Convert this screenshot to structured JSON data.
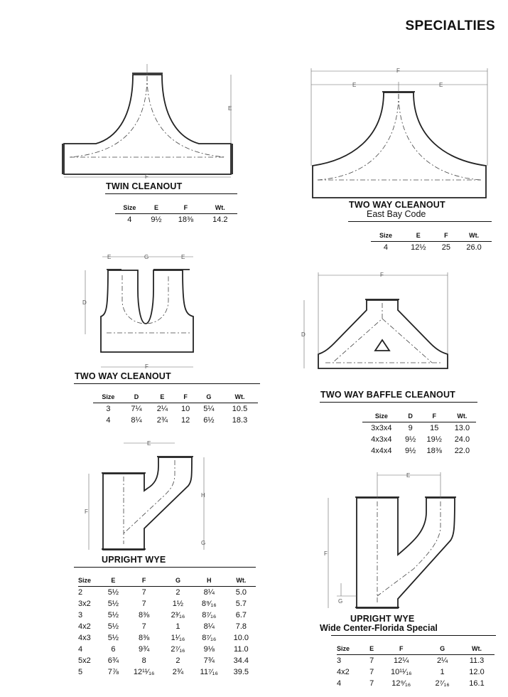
{
  "page_title": "SPECIALTIES",
  "twin_cleanout": {
    "caption": "TWIN CLEANOUT",
    "dims": {
      "e": "E",
      "f": "F"
    },
    "headers": [
      "Size",
      "E",
      "F",
      "Wt."
    ],
    "rows": [
      [
        "4",
        "9½",
        "18⅜",
        "14.2"
      ]
    ]
  },
  "two_way_cleanout_eb": {
    "caption": "TWO WAY CLEANOUT",
    "subcaption": "East Bay Code",
    "dims": {
      "e": "E",
      "f": "F"
    },
    "headers": [
      "Size",
      "E",
      "F",
      "Wt."
    ],
    "rows": [
      [
        "4",
        "12½",
        "25",
        "26.0"
      ]
    ]
  },
  "two_way_cleanout": {
    "caption": "TWO WAY CLEANOUT",
    "dims": {
      "d": "D",
      "e": "E",
      "f": "F",
      "g": "G"
    },
    "headers": [
      "Size",
      "D",
      "E",
      "F",
      "G",
      "Wt."
    ],
    "rows": [
      [
        "3",
        "7¼",
        "2¼",
        "10",
        "5¼",
        "10.5"
      ],
      [
        "4",
        "8¼",
        "2¾",
        "12",
        "6½",
        "18.3"
      ]
    ]
  },
  "baffle_cleanout": {
    "caption": "TWO WAY BAFFLE CLEANOUT",
    "dims": {
      "d": "D",
      "f": "F"
    },
    "headers": [
      "Size",
      "D",
      "F",
      "Wt."
    ],
    "rows": [
      [
        "3x3x4",
        "9",
        "15",
        "13.0"
      ],
      [
        "4x3x4",
        "9½",
        "19½",
        "24.0"
      ],
      [
        "4x4x4",
        "9½",
        "18⅜",
        "22.0"
      ]
    ]
  },
  "upright_wye": {
    "caption": "UPRIGHT WYE",
    "dims": {
      "e": "E",
      "f": "F",
      "g": "G",
      "h": "H"
    },
    "headers": [
      "Size",
      "E",
      "F",
      "G",
      "H",
      "Wt."
    ],
    "rows": [
      [
        "2",
        "5½",
        "7",
        "2",
        "8¼",
        "5.0"
      ],
      [
        "3x2",
        "5½",
        "7",
        "1½",
        "8⁹⁄₁₆",
        "5.7"
      ],
      [
        "3",
        "5½",
        "8⅜",
        "2³⁄₁₆",
        "8⁷⁄₁₆",
        "6.7"
      ],
      [
        "4x2",
        "5½",
        "7",
        "1",
        "8¼",
        "7.8"
      ],
      [
        "4x3",
        "5½",
        "8⅜",
        "1¹⁄₁₆",
        "8⁷⁄₁₆",
        "10.0"
      ],
      [
        "4",
        "6",
        "9¾",
        "2⁷⁄₁₆",
        "9⅛",
        "11.0"
      ],
      [
        "5x2",
        "6¾",
        "8",
        "2",
        "7¾",
        "34.4"
      ],
      [
        "5",
        "7⅞",
        "12¹¹⁄₁₆",
        "2¾",
        "11⁷⁄₁₆",
        "39.5"
      ]
    ]
  },
  "upright_wye_florida": {
    "caption": "UPRIGHT WYE",
    "subcaption": "Wide Center-Florida Special",
    "dims": {
      "e": "E",
      "f": "F",
      "g": "G"
    },
    "headers": [
      "Size",
      "E",
      "F",
      "G",
      "Wt."
    ],
    "rows": [
      [
        "3",
        "7",
        "12¼",
        "2¼",
        "11.3"
      ],
      [
        "4x2",
        "7",
        "10¹¹⁄₁₆",
        "1",
        "12.0"
      ],
      [
        "4",
        "7",
        "12⁹⁄₁₆",
        "2⁷⁄₁₆",
        "16.1"
      ]
    ]
  }
}
